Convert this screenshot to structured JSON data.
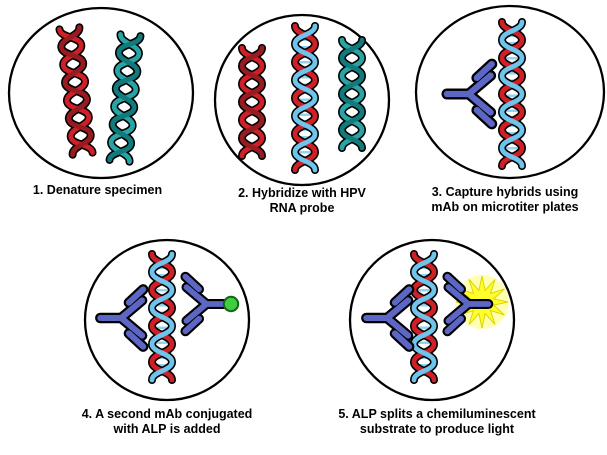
{
  "figure": {
    "type": "diagram",
    "subject": "HPV hybrid capture chemiluminescence assay steps",
    "steps": [
      {
        "id": 1,
        "caption_lines": [
          "1. Denature specimen"
        ],
        "icons": [
          "denatured-dna-strand",
          "denatured-rna-strand"
        ]
      },
      {
        "id": 2,
        "caption_lines": [
          "2. Hybridize with HPV",
          "RNA probe"
        ],
        "icons": [
          "denatured-dna-strand",
          "dna-rna-hybrid-helix",
          "denatured-rna-strand"
        ]
      },
      {
        "id": 3,
        "caption_lines": [
          "3. Capture hybrids using",
          "mAb on microtiter plates"
        ],
        "icons": [
          "capture-antibody",
          "dna-rna-hybrid-helix"
        ]
      },
      {
        "id": 4,
        "caption_lines": [
          "4. A second mAb conjugated",
          "with ALP is added"
        ],
        "icons": [
          "capture-antibody",
          "dna-rna-hybrid-helix",
          "alp-conjugated-antibody",
          "alp-molecule-dot"
        ]
      },
      {
        "id": 5,
        "caption_lines": [
          "5. ALP splits a chemiluminescent",
          "substrate to produce light"
        ],
        "icons": [
          "capture-antibody",
          "dna-rna-hybrid-helix",
          "alp-conjugated-antibody",
          "light-burst"
        ]
      }
    ],
    "colors": {
      "background": "#ffffff",
      "outline": "#000000",
      "dna_red": "#cf2028",
      "dna_red_dark": "#971b20",
      "rna_teal": "#29a3a3",
      "rna_teal_dark": "#117a7c",
      "hybrid_blue": "#6fc4ec",
      "rung_blue": "#93d2f0",
      "antibody_purple": "#5c66c5",
      "alp_green": "#3fce3f",
      "light_yellow": "#ffff2e",
      "light_yellow_glow": "#ffffb3"
    }
  }
}
